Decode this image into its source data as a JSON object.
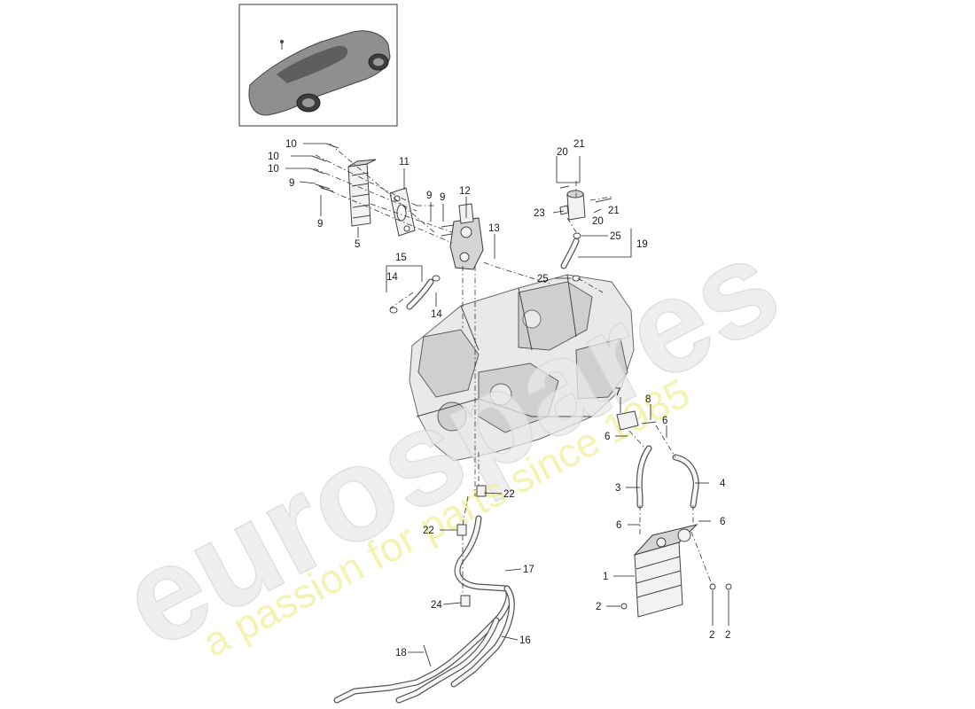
{
  "diagram": {
    "callouts": [
      {
        "id": "c1",
        "label": "1"
      },
      {
        "id": "c2a",
        "label": "2"
      },
      {
        "id": "c2b",
        "label": "2"
      },
      {
        "id": "c2c",
        "label": "2"
      },
      {
        "id": "c3",
        "label": "3"
      },
      {
        "id": "c4",
        "label": "4"
      },
      {
        "id": "c5",
        "label": "5"
      },
      {
        "id": "c6a",
        "label": "6"
      },
      {
        "id": "c6b",
        "label": "6"
      },
      {
        "id": "c6c",
        "label": "6"
      },
      {
        "id": "c6d",
        "label": "6"
      },
      {
        "id": "c7",
        "label": "7"
      },
      {
        "id": "c8",
        "label": "8"
      },
      {
        "id": "c9a",
        "label": "9"
      },
      {
        "id": "c9b",
        "label": "9"
      },
      {
        "id": "c9c",
        "label": "9"
      },
      {
        "id": "c9d",
        "label": "9"
      },
      {
        "id": "c10a",
        "label": "10"
      },
      {
        "id": "c10b",
        "label": "10"
      },
      {
        "id": "c10c",
        "label": "10"
      },
      {
        "id": "c11",
        "label": "11"
      },
      {
        "id": "c12",
        "label": "12"
      },
      {
        "id": "c13",
        "label": "13"
      },
      {
        "id": "c14a",
        "label": "14"
      },
      {
        "id": "c14b",
        "label": "14"
      },
      {
        "id": "c15",
        "label": "15"
      },
      {
        "id": "c16",
        "label": "16"
      },
      {
        "id": "c17",
        "label": "17"
      },
      {
        "id": "c18",
        "label": "18"
      },
      {
        "id": "c19",
        "label": "19"
      },
      {
        "id": "c20a",
        "label": "20"
      },
      {
        "id": "c20b",
        "label": "20"
      },
      {
        "id": "c21a",
        "label": "21"
      },
      {
        "id": "c21b",
        "label": "21"
      },
      {
        "id": "c22a",
        "label": "22"
      },
      {
        "id": "c22b",
        "label": "22"
      },
      {
        "id": "c23",
        "label": "23"
      },
      {
        "id": "c24",
        "label": "24"
      },
      {
        "id": "c25a",
        "label": "25"
      },
      {
        "id": "c25b",
        "label": "25"
      }
    ],
    "watermark": {
      "brand": "eurospares",
      "tagline": "a passion for parts since 1985"
    }
  }
}
